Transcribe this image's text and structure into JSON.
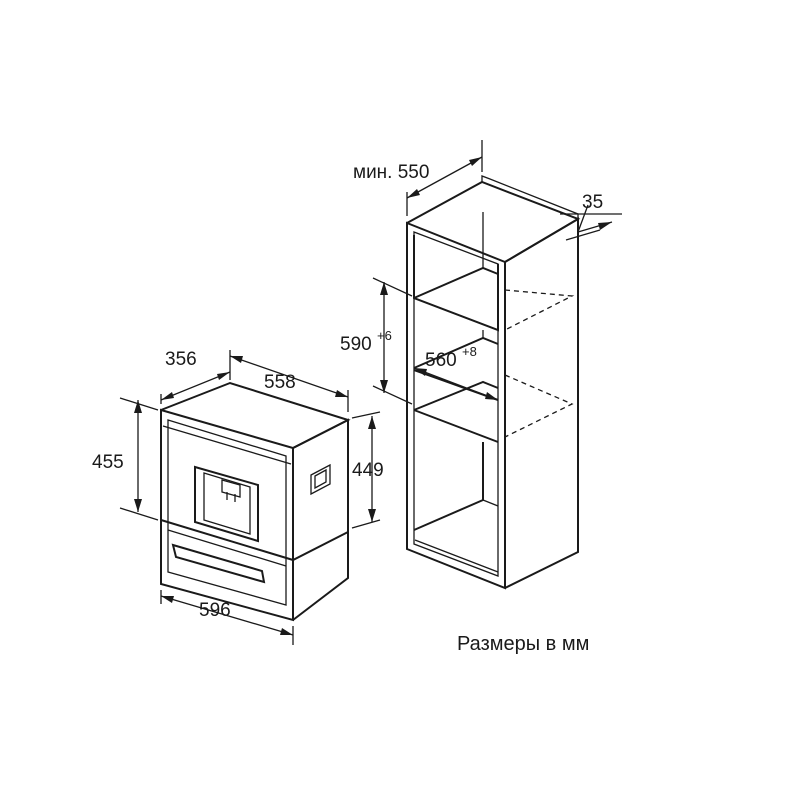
{
  "labels": {
    "depth_appliance": "356",
    "width_top": "558",
    "height_total": "455",
    "height_front": "449",
    "width_front": "596",
    "depth_niche_prefix": "мин. ",
    "depth_niche_value": "550",
    "gap_back": "35",
    "niche_height": "590",
    "niche_height_tol": "+6",
    "niche_width": "560",
    "niche_width_tol": "+8"
  },
  "caption": "Размеры в мм"
}
